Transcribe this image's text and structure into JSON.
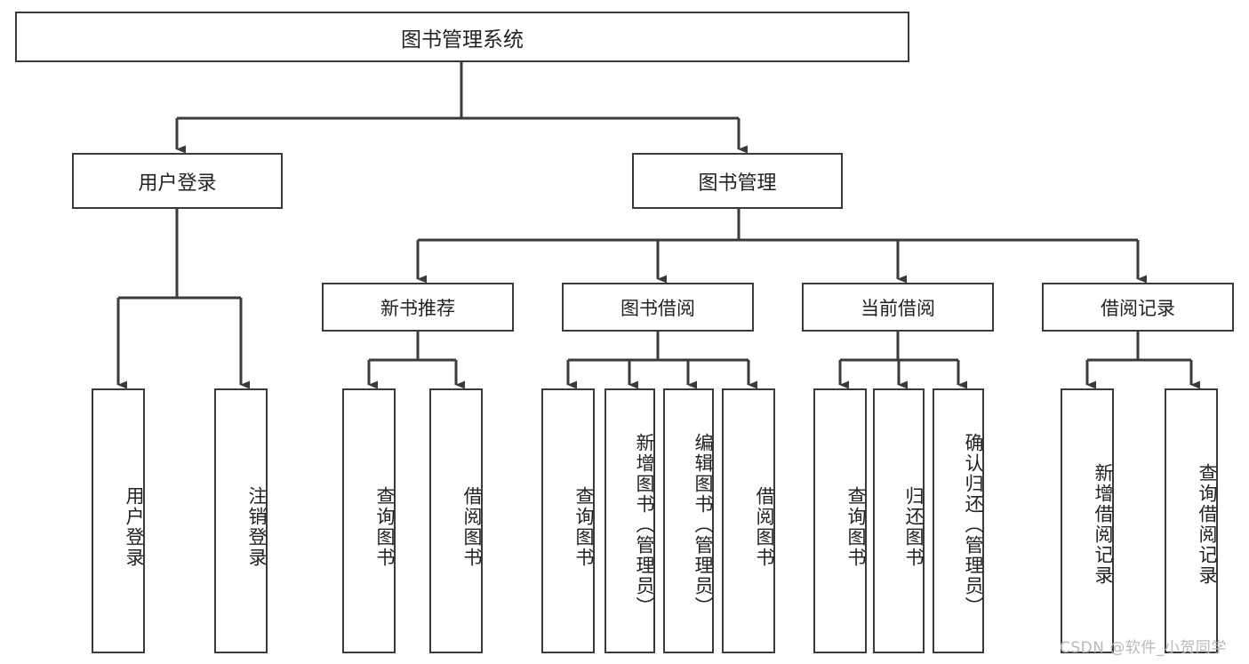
{
  "diagram": {
    "title": "图书管理系统",
    "type": "tree-hierarchy",
    "root": {
      "label": "图书管理系统"
    },
    "level1": [
      {
        "label": "用户登录"
      },
      {
        "label": "图书管理"
      }
    ],
    "level2": [
      {
        "label": "新书推荐"
      },
      {
        "label": "图书借阅"
      },
      {
        "label": "当前借阅"
      },
      {
        "label": "借阅记录"
      }
    ],
    "leaves": {
      "user_login": [
        {
          "label": "用户登录"
        },
        {
          "label": "注销登录"
        }
      ],
      "new_book_recommend": [
        {
          "label": "查询图书"
        },
        {
          "label": "借阅图书"
        }
      ],
      "book_borrow": [
        {
          "label": "查询图书"
        },
        {
          "label": "新增图书（管理员）"
        },
        {
          "label": "编辑图书（管理员）"
        },
        {
          "label": "借阅图书"
        }
      ],
      "current_borrow": [
        {
          "label": "查询图书"
        },
        {
          "label": "归还图书"
        },
        {
          "label": "确认归还（管理员）"
        }
      ],
      "borrow_record": [
        {
          "label": "新增借阅记录"
        },
        {
          "label": "查询借阅记录"
        }
      ]
    }
  },
  "watermark": {
    "text": "CSDN @软件_小贺同学"
  },
  "colors": {
    "border": "#3a3a3a",
    "text": "#222222",
    "background": "#ffffff",
    "watermark": "#b9b9b9"
  }
}
